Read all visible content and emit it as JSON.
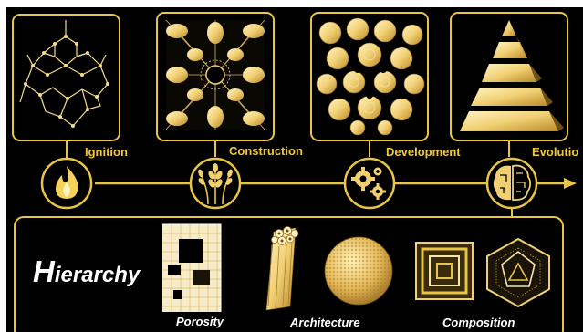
{
  "stages": [
    {
      "label": "Ignition",
      "icon": "flame-icon",
      "panel": "diamond-lattice"
    },
    {
      "label": "Construction",
      "icon": "wheat-icon",
      "panel": "framework-network"
    },
    {
      "label": "Development",
      "icon": "gears-icon",
      "panel": "cage-assembly"
    },
    {
      "label": "Evolutio",
      "icon": "brain-circuit-icon",
      "panel": "layered-pyramid"
    }
  ],
  "hierarchy": {
    "title_initial": "H",
    "title_rest": "ierarchy",
    "items": [
      {
        "label": "Porosity",
        "icon": "porous-cube-icon"
      },
      {
        "label": "Architecture",
        "icon": "tubes-and-sphere-icon"
      },
      {
        "label": "Composition",
        "icon": "nested-shapes-icon"
      }
    ]
  },
  "colors": {
    "background": "#000000",
    "frame_border": "#e8c547",
    "label_text": "#f0c93a",
    "hierarchy_text": "#ffffff",
    "gold_light": "#fbe7a2",
    "gold_dark": "#c99a32"
  }
}
